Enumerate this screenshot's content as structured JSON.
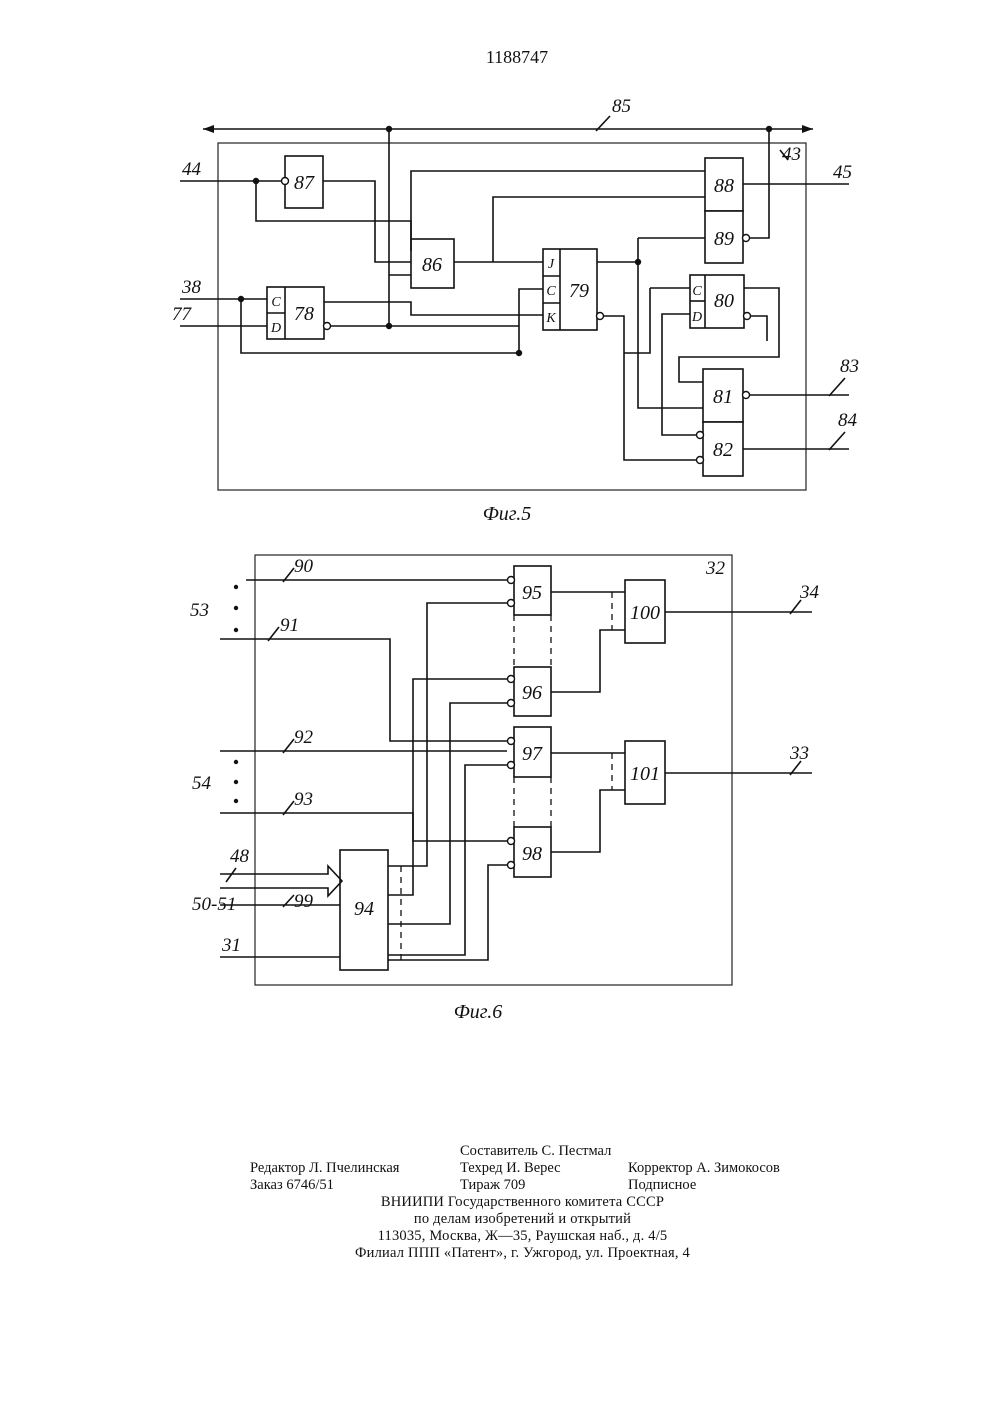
{
  "patent_number": "1188747",
  "fig5": {
    "caption": "Фиг.5",
    "blocks": {
      "b78": "78",
      "b79": "79",
      "b80": "80",
      "b81": "81",
      "b82": "82",
      "b86": "86",
      "b87": "87",
      "b88": "88",
      "b89": "89"
    },
    "pins": {
      "c": "C",
      "d": "D",
      "j": "J",
      "k": "K"
    },
    "labels": {
      "l44": "44",
      "l45": "45",
      "l43": "43",
      "l85": "85",
      "l38": "38",
      "l77": "77",
      "l83": "83",
      "l84": "84"
    }
  },
  "fig6": {
    "caption": "Фиг.6",
    "blocks": {
      "b94": "94",
      "b95": "95",
      "b96": "96",
      "b97": "97",
      "b98": "98",
      "b100": "100",
      "b101": "101"
    },
    "labels": {
      "l32": "32",
      "l90": "90",
      "l91": "91",
      "l92": "92",
      "l93": "93",
      "l53": "53",
      "l54": "54",
      "l48": "48",
      "l50_51": "50-51",
      "l99": "99",
      "l31": "31",
      "l34": "34",
      "l33": "33"
    }
  },
  "imprint": {
    "compiler": "Составитель С. Пестмал",
    "editor": "Редактор Л. Пчелинская",
    "techred": "Техред И. Верес",
    "corrector": "Корректор А. Зимокосов",
    "order": "Заказ 6746/51",
    "circulation": "Тираж 709",
    "subscription": "Подписное",
    "org1": "ВНИИПИ Государственного комитета СССР",
    "org2": "по делам изобретений и открытий",
    "address": "113035, Москва, Ж—35, Раушская наб., д. 4/5",
    "branch": "Филиал ППП «Патент», г. Ужгород, ул. Проектная, 4"
  }
}
